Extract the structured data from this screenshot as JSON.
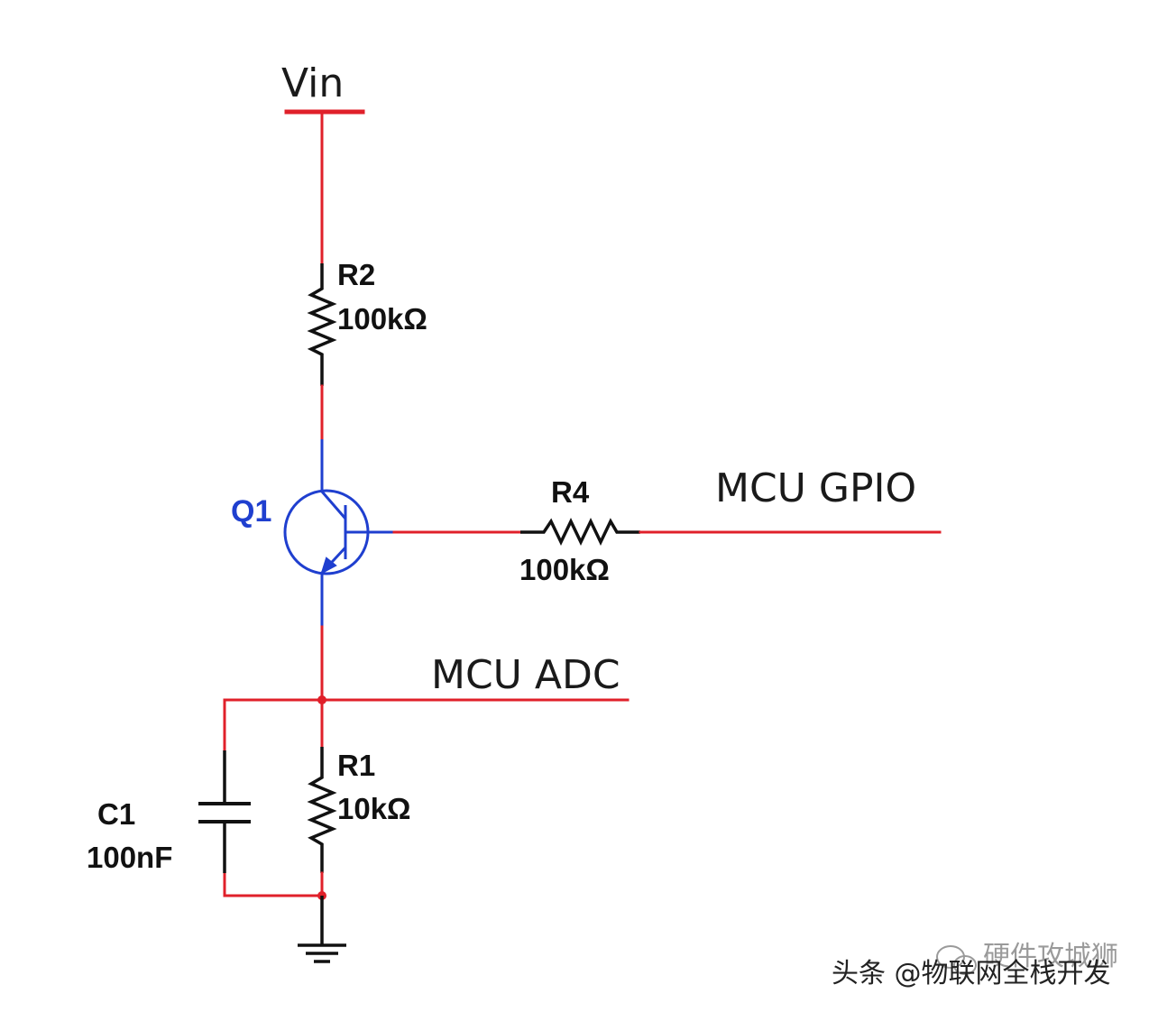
{
  "nets": {
    "vin": "Vin",
    "gpio": "MCU GPIO",
    "adc": "MCU ADC"
  },
  "components": {
    "r2": {
      "ref": "R2",
      "value": "100kΩ"
    },
    "q1": {
      "ref": "Q1"
    },
    "r4": {
      "ref": "R4",
      "value": "100kΩ"
    },
    "r1": {
      "ref": "R1",
      "value": "10kΩ"
    },
    "c1": {
      "ref": "C1",
      "value": "100nF"
    }
  },
  "colors": {
    "wire": "#e0202a",
    "transistor": "#1f3fcf",
    "component": "#111111"
  },
  "watermark": {
    "text": "头条 @物联网全栈开发",
    "overlay": "硬件攻城狮"
  }
}
